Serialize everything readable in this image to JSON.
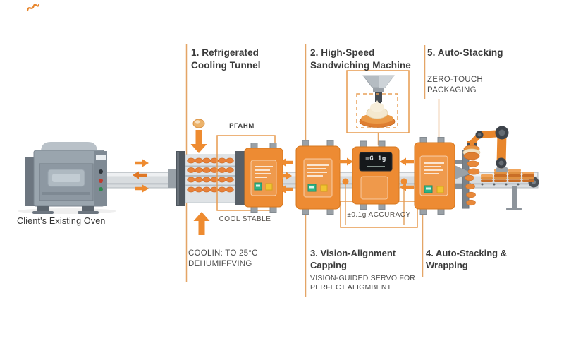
{
  "stations": {
    "oven": {
      "caption": "Client's Existing Oven"
    },
    "s1": {
      "heading": [
        "1. Refrigerated",
        "Cooling Tunnel"
      ],
      "tag": "РГАНМ",
      "cool": "COOL STABLE",
      "note": [
        "COOLIN: TO 25°C",
        "DEHUMIFFVING"
      ]
    },
    "s2": {
      "heading": [
        "2. High-Speed",
        "Sandwiching Machine"
      ],
      "display": "=G 1g",
      "accuracy": "±0.1g ACCURACY"
    },
    "s3": {
      "heading": [
        "3. Vision-Alignment",
        "Capping"
      ],
      "note": [
        "VISION-GUIDED SERVO FOR",
        "PERFECT ALIGMBENT"
      ]
    },
    "s4": {
      "heading": [
        "4. Auto-Stacking &",
        "Wrapping"
      ]
    },
    "s5": {
      "heading": [
        "5. Auto-Stacking"
      ],
      "note": [
        "ZERO-TOUCH",
        "PACKAGING"
      ]
    }
  },
  "colors": {
    "accent_orange": "#ED8B33",
    "outline_orange": "#E79A4E",
    "arrow_orange": "#EE8B30",
    "cookie_orange": "#E8813A",
    "conveyor_gray": "#D8DCDF",
    "machine_dark": "#575F67",
    "indicator_green": "#2EB385",
    "indicator_yellow": "#F1C431",
    "display_black": "#15181B",
    "heading_text": "#3A3A3A",
    "note_text": "#4D4D4D"
  }
}
